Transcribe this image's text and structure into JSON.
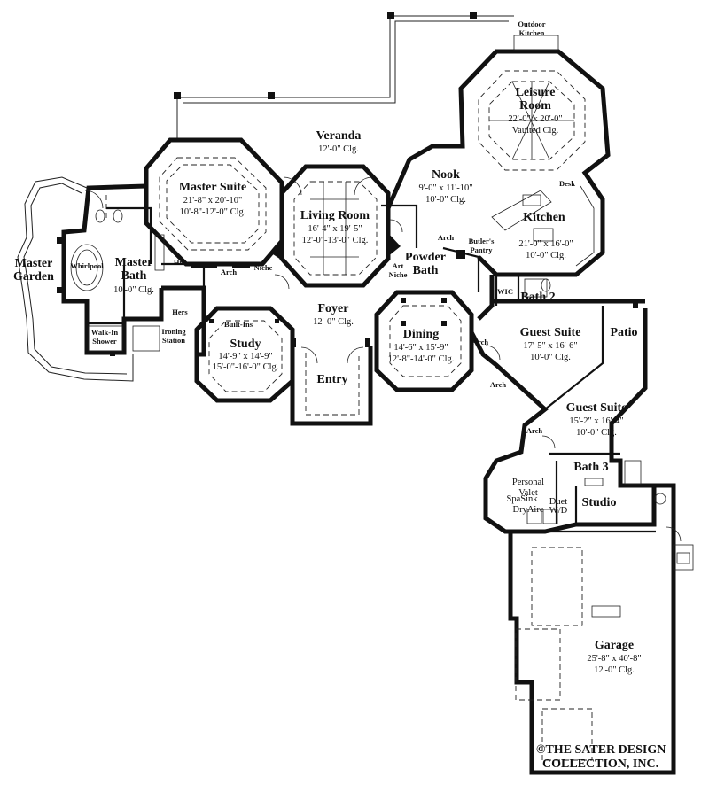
{
  "rooms": {
    "veranda": {
      "name": "Veranda",
      "clg": "12'-0\" Clg."
    },
    "leisure": {
      "name1": "Leisure",
      "name2": "Room",
      "size": "22'-0\" x 20'-0\"",
      "clg": "Vaulted Clg."
    },
    "outdoor_kitchen": {
      "line1": "Outdoor",
      "line2": "Kitchen"
    },
    "master_suite": {
      "name": "Master Suite",
      "size": "21'-8\" x 20'-10\"",
      "clg": "10'-8\"-12'-0\" Clg."
    },
    "living": {
      "name": "Living Room",
      "size": "16'-4\" x 19'-5\"",
      "clg": "12'-0\"-13'-0\" Clg."
    },
    "nook": {
      "name": "Nook",
      "size": "9'-0\" x 11'-10\"",
      "clg": "10'-0\" Clg."
    },
    "kitchen": {
      "name": "Kitchen",
      "size": "21'-0\" x 16'-0\"",
      "clg": "10'-0\" Clg."
    },
    "desk": {
      "name": "Desk"
    },
    "master_garden": {
      "line1": "Master",
      "line2": "Garden"
    },
    "master_bath": {
      "line1": "Master",
      "line2": "Bath",
      "clg": "10'-0\" Clg."
    },
    "whirlpool": {
      "name": "Whirlpool"
    },
    "his": {
      "name": "His"
    },
    "hers": {
      "name": "Hers"
    },
    "powder_bath": {
      "line1": "Powder",
      "line2": "Bath"
    },
    "butlers_pantry": {
      "line1": "Butler's",
      "line2": "Pantry"
    },
    "bath2": {
      "name": "Bath 2"
    },
    "wic": {
      "name": "WIC"
    },
    "foyer": {
      "name": "Foyer",
      "clg": "12'-0\" Clg."
    },
    "study": {
      "name": "Study",
      "size": "14'-9\" x 14'-9\"",
      "clg": "15'-0\"-16'-0\" Clg."
    },
    "built_ins": {
      "name": "Built-Ins"
    },
    "entry": {
      "name": "Entry"
    },
    "dining": {
      "name": "Dining",
      "size": "14'-6\" x 15'-9\"",
      "clg": "12'-8\"-14'-0\" Clg."
    },
    "guest1": {
      "name": "Guest Suite",
      "size": "17'-5\" x 16'-6\"",
      "clg": "10'-0\" Clg."
    },
    "patio": {
      "name": "Patio"
    },
    "guest2": {
      "name": "Guest Suite",
      "size": "15'-2\" x 16'-4\"",
      "clg": "10'-0\" Clg."
    },
    "bath3": {
      "name": "Bath 3"
    },
    "walkin_shower": {
      "line1": "Walk-In",
      "line2": "Shower"
    },
    "ironing": {
      "line1": "Ironing",
      "line2": "Station"
    },
    "personal_valet": {
      "line1": "Personal",
      "line2": "Valet"
    },
    "spasink": {
      "line1": "SpaSink",
      "line2": "DryAire"
    },
    "duet": {
      "line1": "Duet",
      "line2": "W/D"
    },
    "studio": {
      "name": "Studio"
    },
    "garage": {
      "name": "Garage",
      "size": "25'-8\" x 40'-8\"",
      "clg": "12'-0\" Clg."
    }
  },
  "labels": {
    "arch": "Arch",
    "niche": "Niche",
    "art1": "Art",
    "art2": "Niche"
  },
  "copyright": {
    "line1": "©THE SATER DESIGN",
    "line2": "COLLECTION, INC."
  }
}
